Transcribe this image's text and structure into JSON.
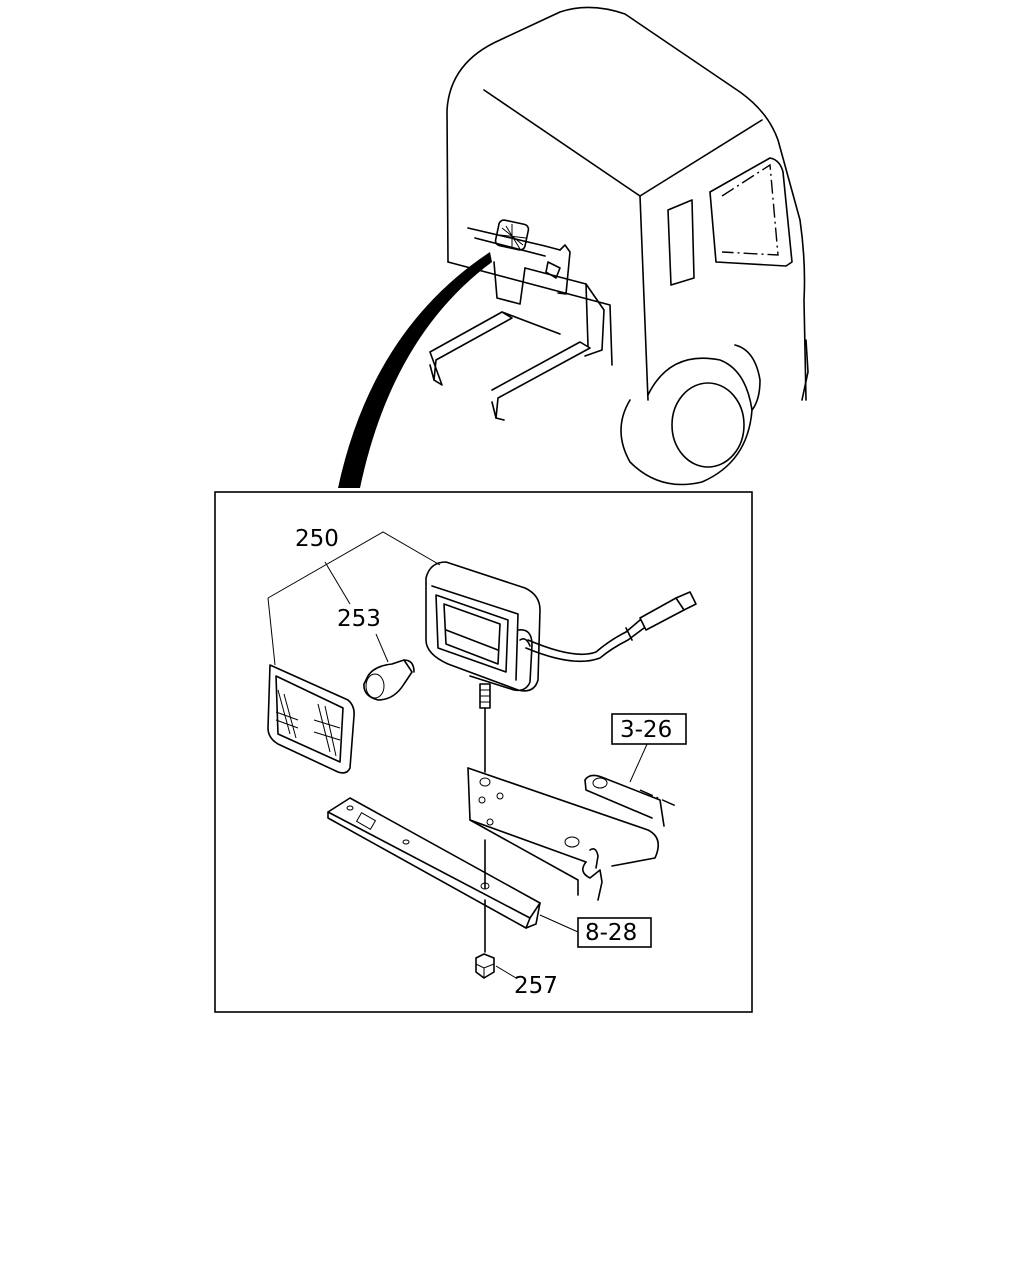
{
  "callouts": {
    "lamp_assembly": "250",
    "bulb": "253",
    "nut": "257"
  },
  "references": {
    "frame_bracket": "3-26",
    "mount_plate": "8-28"
  }
}
